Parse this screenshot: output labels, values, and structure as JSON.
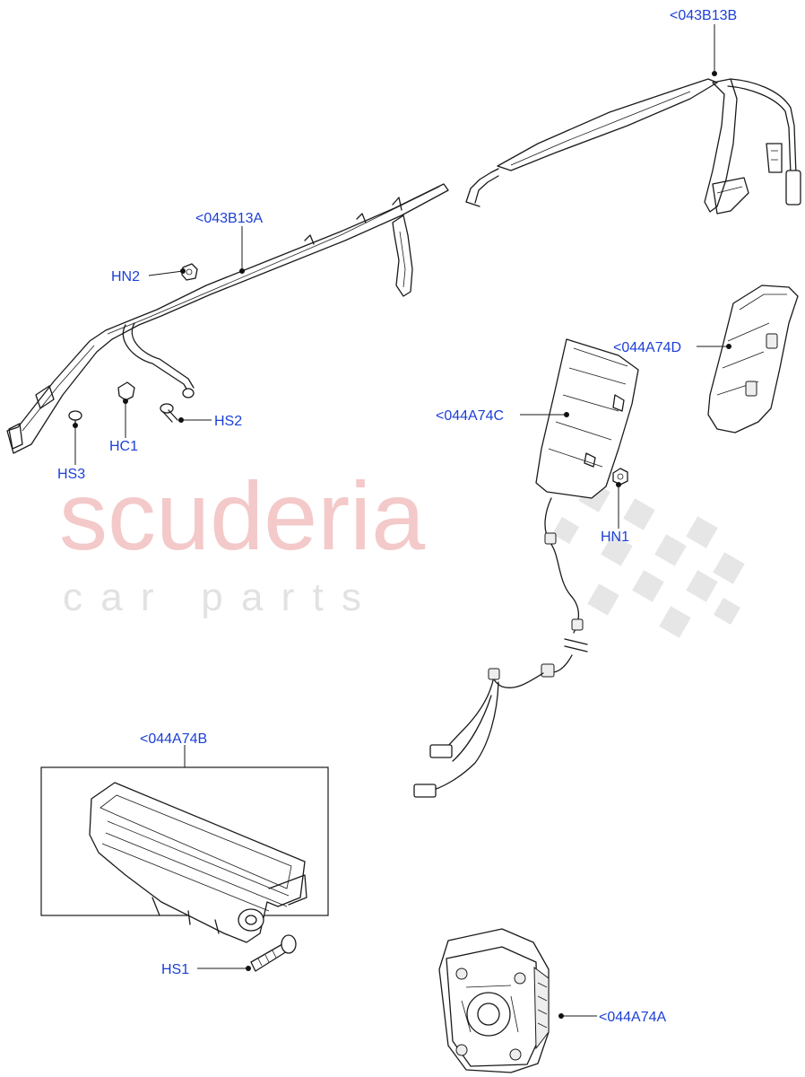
{
  "watermark": {
    "brand": "scuderia",
    "tagline": "c a r   p a r t s"
  },
  "labels": {
    "b13b": "<043B13B",
    "b13a": "<043B13A",
    "hn2": "HN2",
    "hc1": "HC1",
    "hs2": "HS2",
    "hs3": "HS3",
    "a74d": "<044A74D",
    "a74c": "<044A74C",
    "hn1": "HN1",
    "a74b": "<044A74B",
    "hs1": "HS1",
    "a74a": "<044A74A"
  }
}
